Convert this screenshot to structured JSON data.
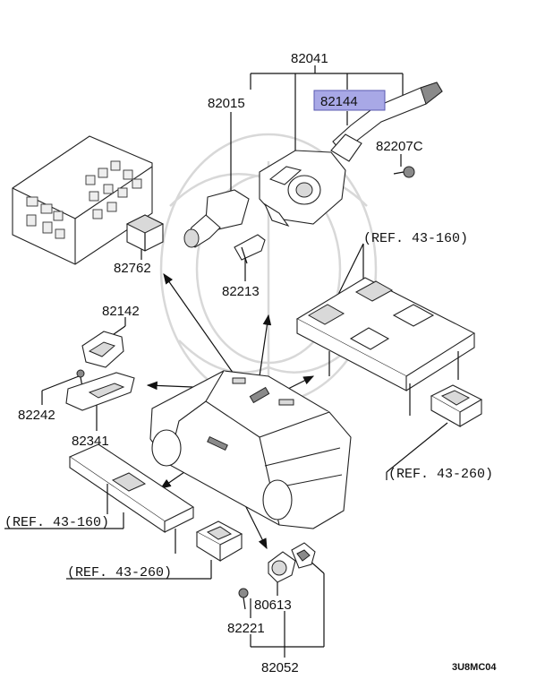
{
  "highlight_color": "#a8a8e6",
  "labels": {
    "p82041": "82041",
    "p82015": "82015",
    "p82144": "82144",
    "p82207c": "82207C",
    "p82762": "82762",
    "p82213": "82213",
    "p82142": "82142",
    "p82242": "82242",
    "p82341": "82341",
    "p80613": "80613",
    "p82221": "82221",
    "p82052": "82052"
  },
  "refs": {
    "r1": "(REF. 43-160)",
    "r2": "(REF. 43-260)",
    "r3": "(REF. 43-160)",
    "r4": "(REF. 43-260)"
  },
  "diagram_code": "3U8MC04"
}
